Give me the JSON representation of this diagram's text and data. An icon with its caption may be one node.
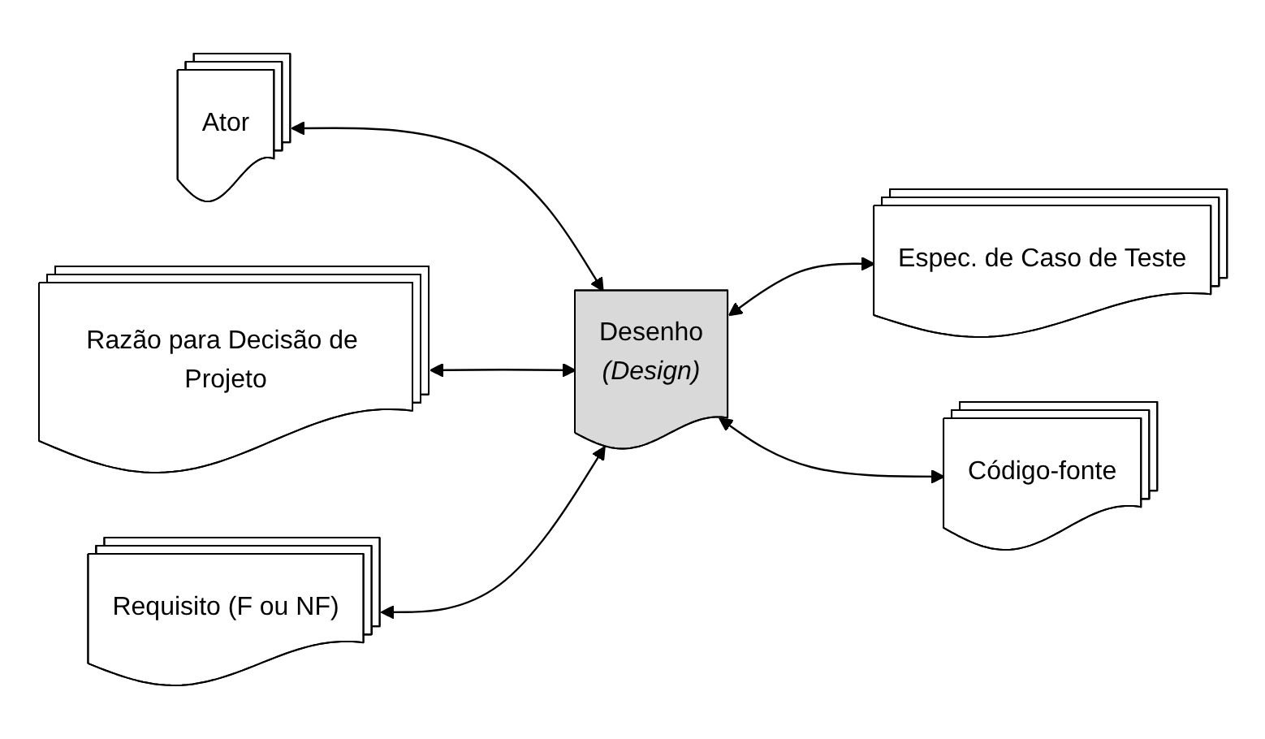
{
  "diagram": {
    "nodes": [
      {
        "text": [
          "Requisito (F ou NF)"
        ]
      },
      {
        "text": [
          "Ator"
        ]
      },
      {
        "text": [
          "Desenho",
          "(Design)"
        ]
      },
      {
        "text": [
          "Espec. de Caso de Teste"
        ]
      },
      {
        "text": [
          "Razão para Decisão de Projeto"
        ]
      },
      {
        "text": [
          "Código-fonte"
        ]
      }
    ],
    "edges": [
      {
        "from": 1,
        "to": 2,
        "arrow": "both"
      },
      {
        "from": 4,
        "to": 2,
        "arrow": "both"
      },
      {
        "from": 0,
        "to": 2,
        "arrow": "both"
      },
      {
        "from": 2,
        "to": 3,
        "arrow": "both"
      },
      {
        "from": 2,
        "to": 5,
        "arrow": "both"
      }
    ]
  }
}
